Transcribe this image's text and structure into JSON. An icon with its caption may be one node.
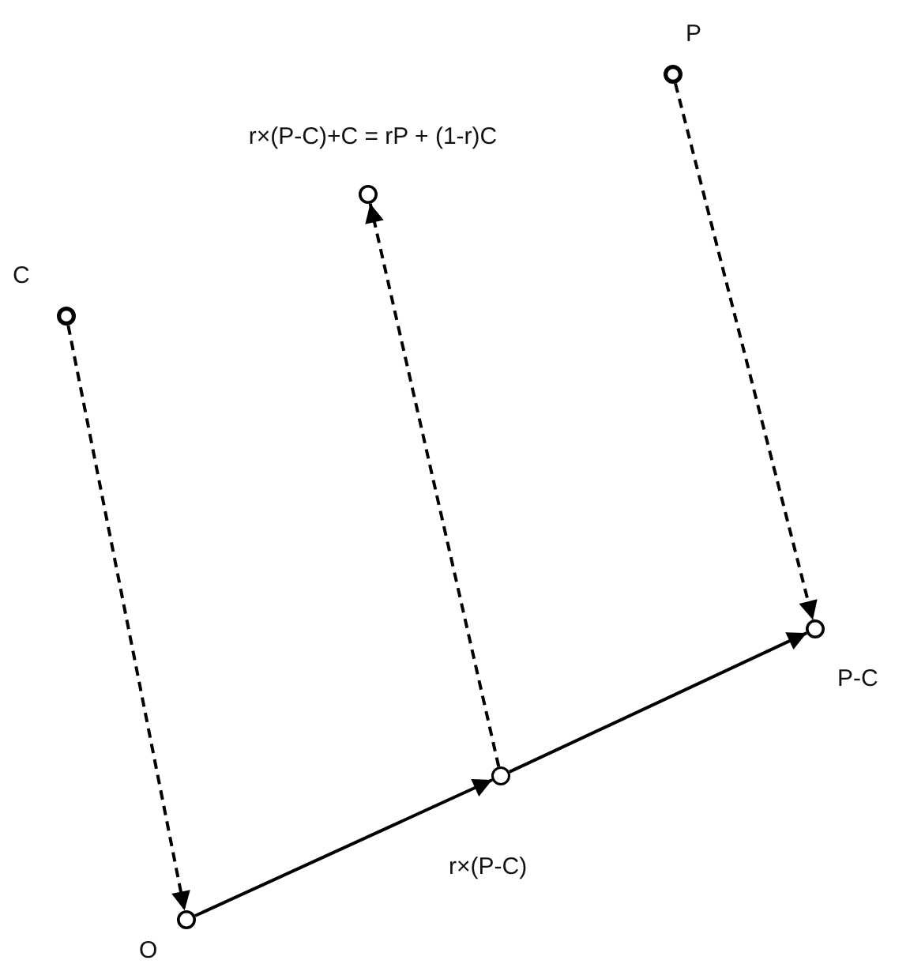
{
  "diagram": {
    "nodes": [
      {
        "text": [],
        "shape": "circle",
        "beside": [
          "P"
        ]
      },
      {
        "text": [],
        "shape": "circle",
        "beside": [
          "r×(P-C)+C = rP + (1-r)C"
        ]
      },
      {
        "text": [],
        "shape": "circle",
        "beside": [
          "C"
        ]
      },
      {
        "text": [],
        "shape": "circle",
        "beside": [
          "P-C"
        ]
      },
      {
        "text": [],
        "shape": "circle",
        "beside": [
          "r×(P-C)"
        ]
      },
      {
        "text": [],
        "shape": "circle",
        "beside": [
          "O"
        ]
      }
    ],
    "edges": [
      {
        "from": 0,
        "to": 3,
        "arrow": "to",
        "style": "dashed"
      },
      {
        "from": 4,
        "to": 1,
        "arrow": "to",
        "style": "dashed"
      },
      {
        "from": 2,
        "to": 5,
        "arrow": "to",
        "style": "dashed"
      },
      {
        "from": 5,
        "to": 4,
        "arrow": "to"
      },
      {
        "from": 4,
        "to": 3,
        "arrow": "to"
      }
    ]
  }
}
